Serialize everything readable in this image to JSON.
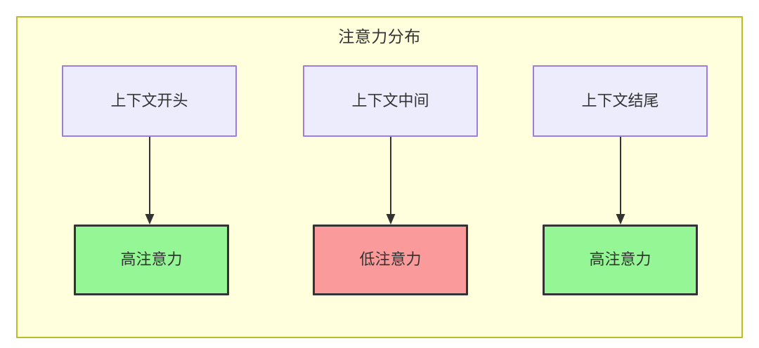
{
  "diagram": {
    "title": "注意力分布",
    "background_color": "#ffffdd",
    "border_color": "#bbbb22",
    "columns": [
      {
        "context": {
          "label": "上下文开头",
          "fill": "#ececfd",
          "stroke": "#9d7ee0"
        },
        "attention": {
          "label": "高注意力",
          "level": "high",
          "fill": "#95f695",
          "stroke": "#333333"
        },
        "connector": {
          "type": "arrow-down",
          "color": "#333333"
        }
      },
      {
        "context": {
          "label": "上下文中间",
          "fill": "#ececfd",
          "stroke": "#9d7ee0"
        },
        "attention": {
          "label": "低注意力",
          "level": "low",
          "fill": "#fa9a9a",
          "stroke": "#333333"
        },
        "connector": {
          "type": "arrow-down",
          "color": "#333333"
        }
      },
      {
        "context": {
          "label": "上下文结尾",
          "fill": "#ececfd",
          "stroke": "#9d7ee0"
        },
        "attention": {
          "label": "高注意力",
          "level": "high",
          "fill": "#95f695",
          "stroke": "#333333"
        },
        "connector": {
          "type": "arrow-down",
          "color": "#333333"
        }
      }
    ]
  }
}
